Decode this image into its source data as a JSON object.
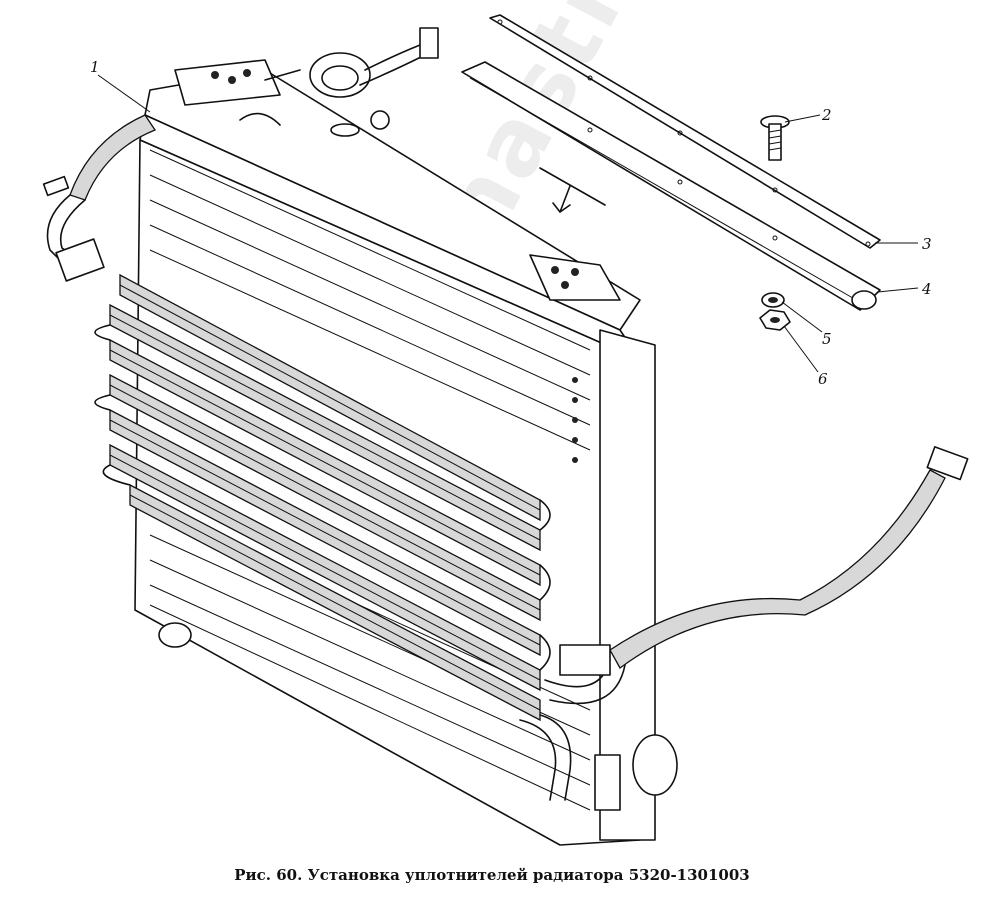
{
  "caption": "Рис. 60. Установка уплотнителей радиатора 5320-1301003",
  "watermark": "zapchasti.ru",
  "callouts": [
    "1",
    "2",
    "3",
    "4",
    "5",
    "6"
  ],
  "colors": {
    "ink": "#111111",
    "paper": "#ffffff"
  }
}
